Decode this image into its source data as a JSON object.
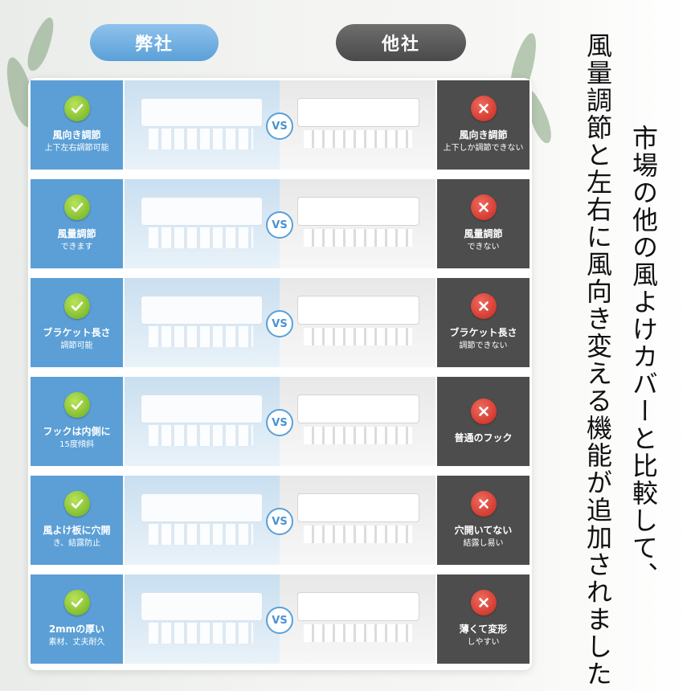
{
  "header": {
    "ours_label": "弊社",
    "other_label": "他社"
  },
  "vs_label": "VS",
  "rows": [
    {
      "ours_title": "風向き調節",
      "ours_sub": "上下左右調節可能",
      "other_title": "風向き調節",
      "other_sub": "上下しか調節できない"
    },
    {
      "ours_title": "風量調節",
      "ours_sub": "できます",
      "other_title": "風量調節",
      "other_sub": "できない"
    },
    {
      "ours_title": "ブラケット長さ",
      "ours_sub": "調節可能",
      "other_title": "ブラケット長さ",
      "other_sub": "調節できない"
    },
    {
      "ours_title": "フックは内側に",
      "ours_sub": "15度傾斜",
      "other_title": "普通のフック",
      "other_sub": ""
    },
    {
      "ours_title": "風よけ板に穴開",
      "ours_sub": "き、結露防止",
      "other_title": "穴開いてない",
      "other_sub": "結露し易い"
    },
    {
      "ours_title": "2mmの厚い",
      "ours_sub": "素材、丈夫耐久",
      "other_title": "薄くて変形",
      "other_sub": "しやすい"
    }
  ],
  "side_text": {
    "line1": "風量調節と左右に風向き変える機能が追加されました",
    "line2": "市場の他の風よけカバーと比較して、"
  },
  "colors": {
    "ours_blue": "#5b9fd6",
    "other_gray": "#4d4d4d",
    "check_green": "#6cae1e",
    "cross_red": "#c8281d"
  }
}
